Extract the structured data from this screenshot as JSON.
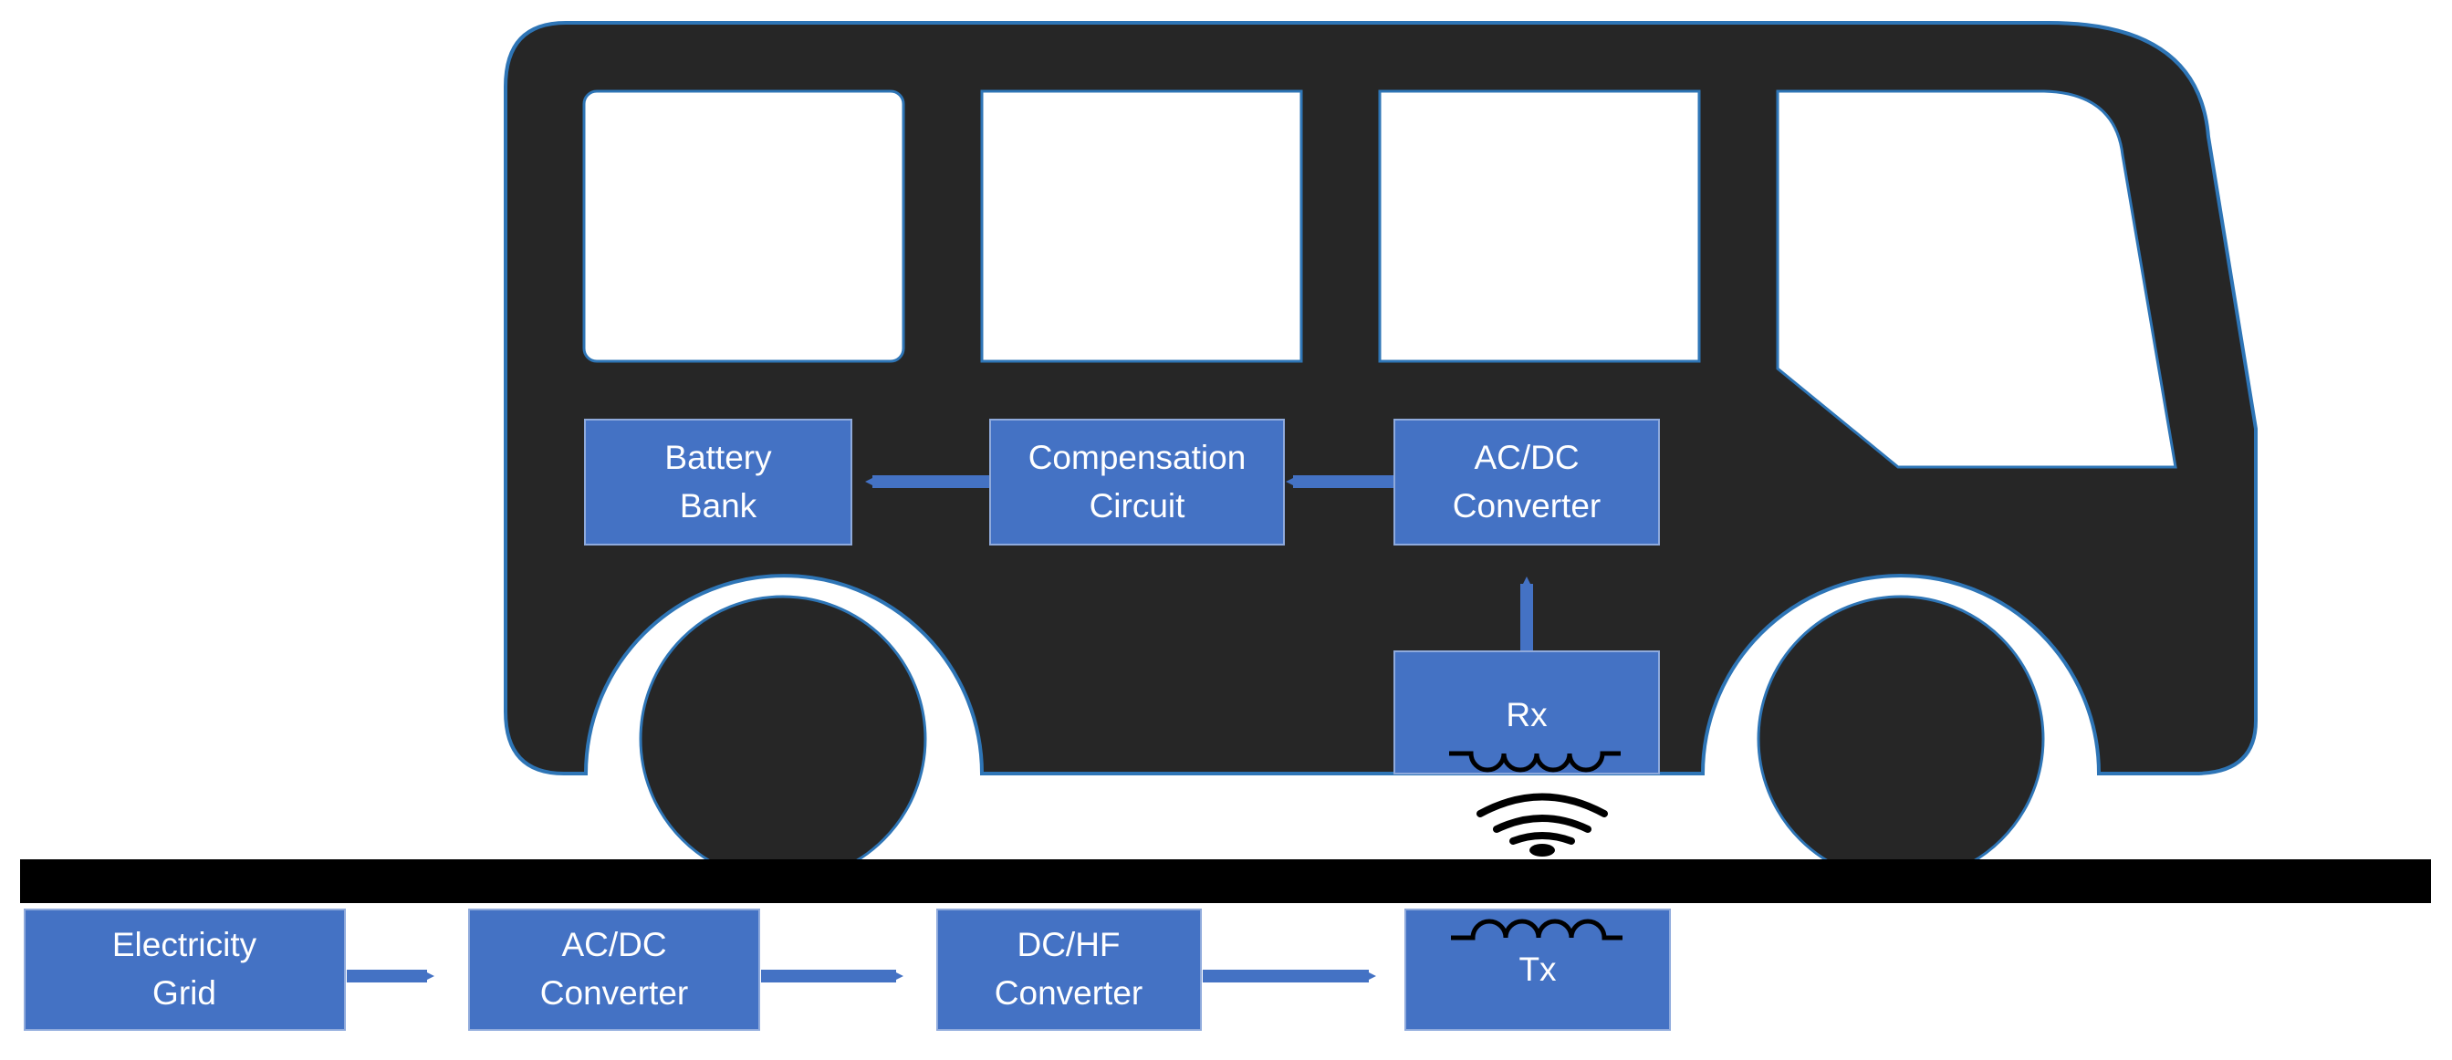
{
  "diagram": {
    "colors": {
      "box_fill": "#4472C4",
      "box_stroke": "#8FAADC",
      "arrow": "#4472C4",
      "bus_body": "#262626",
      "bus_outline": "#2E75B6",
      "road": "#000000",
      "text": "#FFFFFF"
    },
    "vehicle_blocks": {
      "battery_bank": {
        "line1": "Battery",
        "line2": "Bank"
      },
      "compensation_circuit": {
        "line1": "Compensation",
        "line2": "Circuit"
      },
      "acdc_converter_vehicle": {
        "line1": "AC/DC",
        "line2": "Converter"
      },
      "rx": {
        "line1": "Rx"
      }
    },
    "ground_blocks": {
      "electricity_grid": {
        "line1": "Electricity",
        "line2": "Grid"
      },
      "acdc_converter_ground": {
        "line1": "AC/DC",
        "line2": "Converter"
      },
      "dchf_converter": {
        "line1": "DC/HF",
        "line2": "Converter"
      },
      "tx": {
        "line1": "Tx"
      }
    },
    "icons": {
      "wireless": "wifi-signal-icon",
      "coil": "inductor-coil-icon",
      "vehicle": "bus-icon"
    }
  }
}
